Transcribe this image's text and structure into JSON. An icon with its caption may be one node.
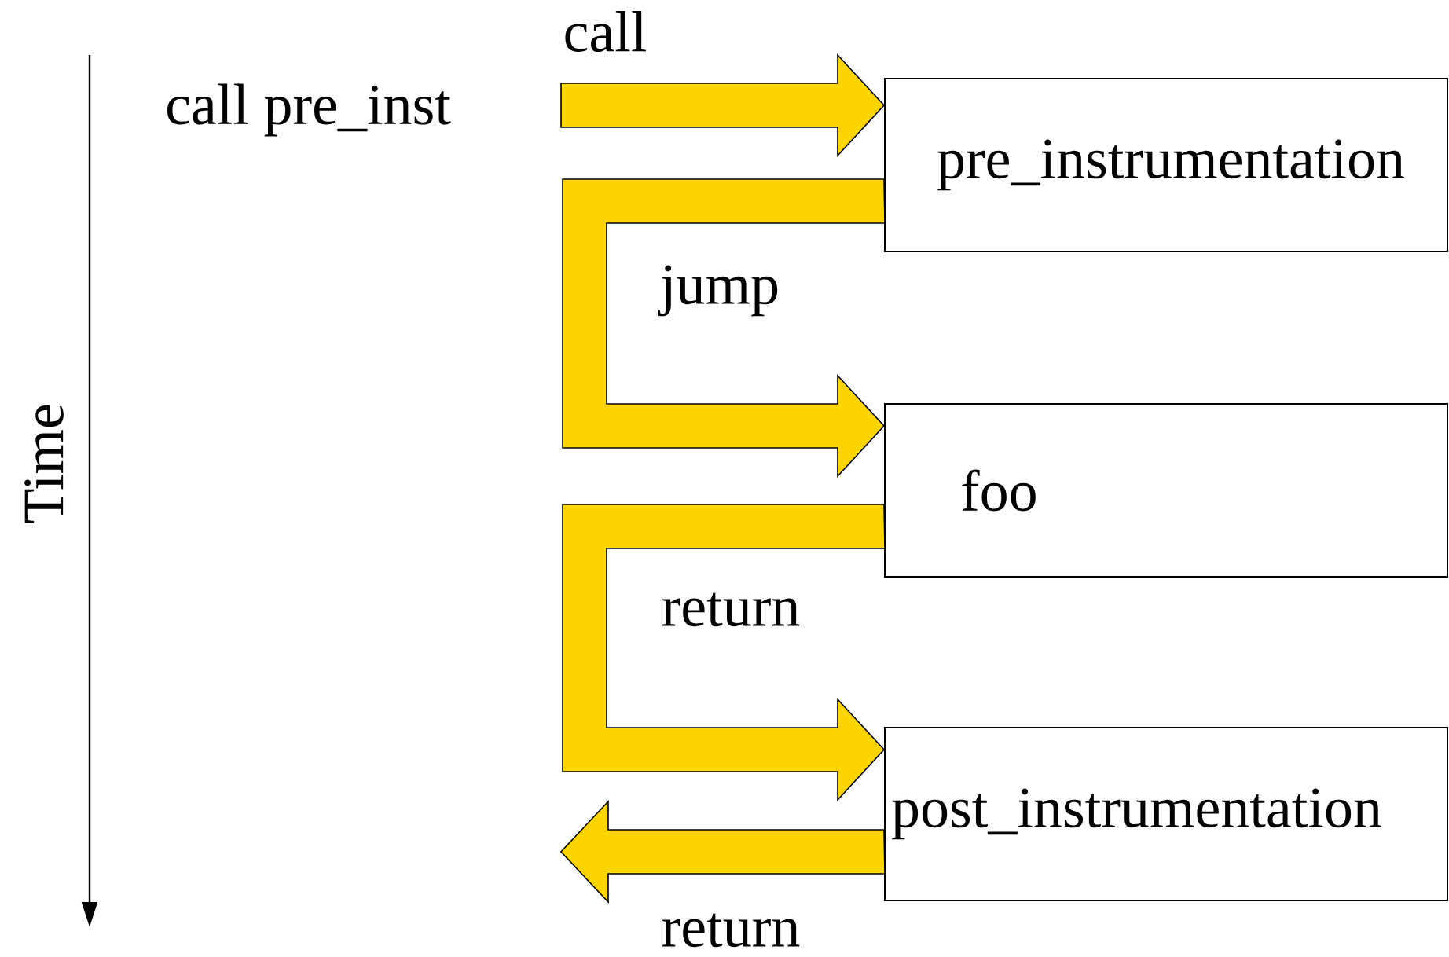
{
  "diagram": {
    "nodes": [
      {
        "text": [
          "pre_instrumentation"
        ]
      },
      {
        "text": [
          "foo"
        ]
      },
      {
        "text": [
          "post_instrumentation"
        ]
      }
    ],
    "edges": [
      {
        "from": null,
        "to": 0,
        "arrow": "to",
        "label": "call"
      },
      {
        "from": 0,
        "to": 1,
        "arrow": "to",
        "label": "jump"
      },
      {
        "from": 1,
        "to": 2,
        "arrow": "to",
        "label": "return"
      },
      {
        "from": 2,
        "to": null,
        "arrow": "to",
        "label": "return"
      }
    ],
    "labels": [
      "call pre_inst",
      "Time"
    ]
  }
}
